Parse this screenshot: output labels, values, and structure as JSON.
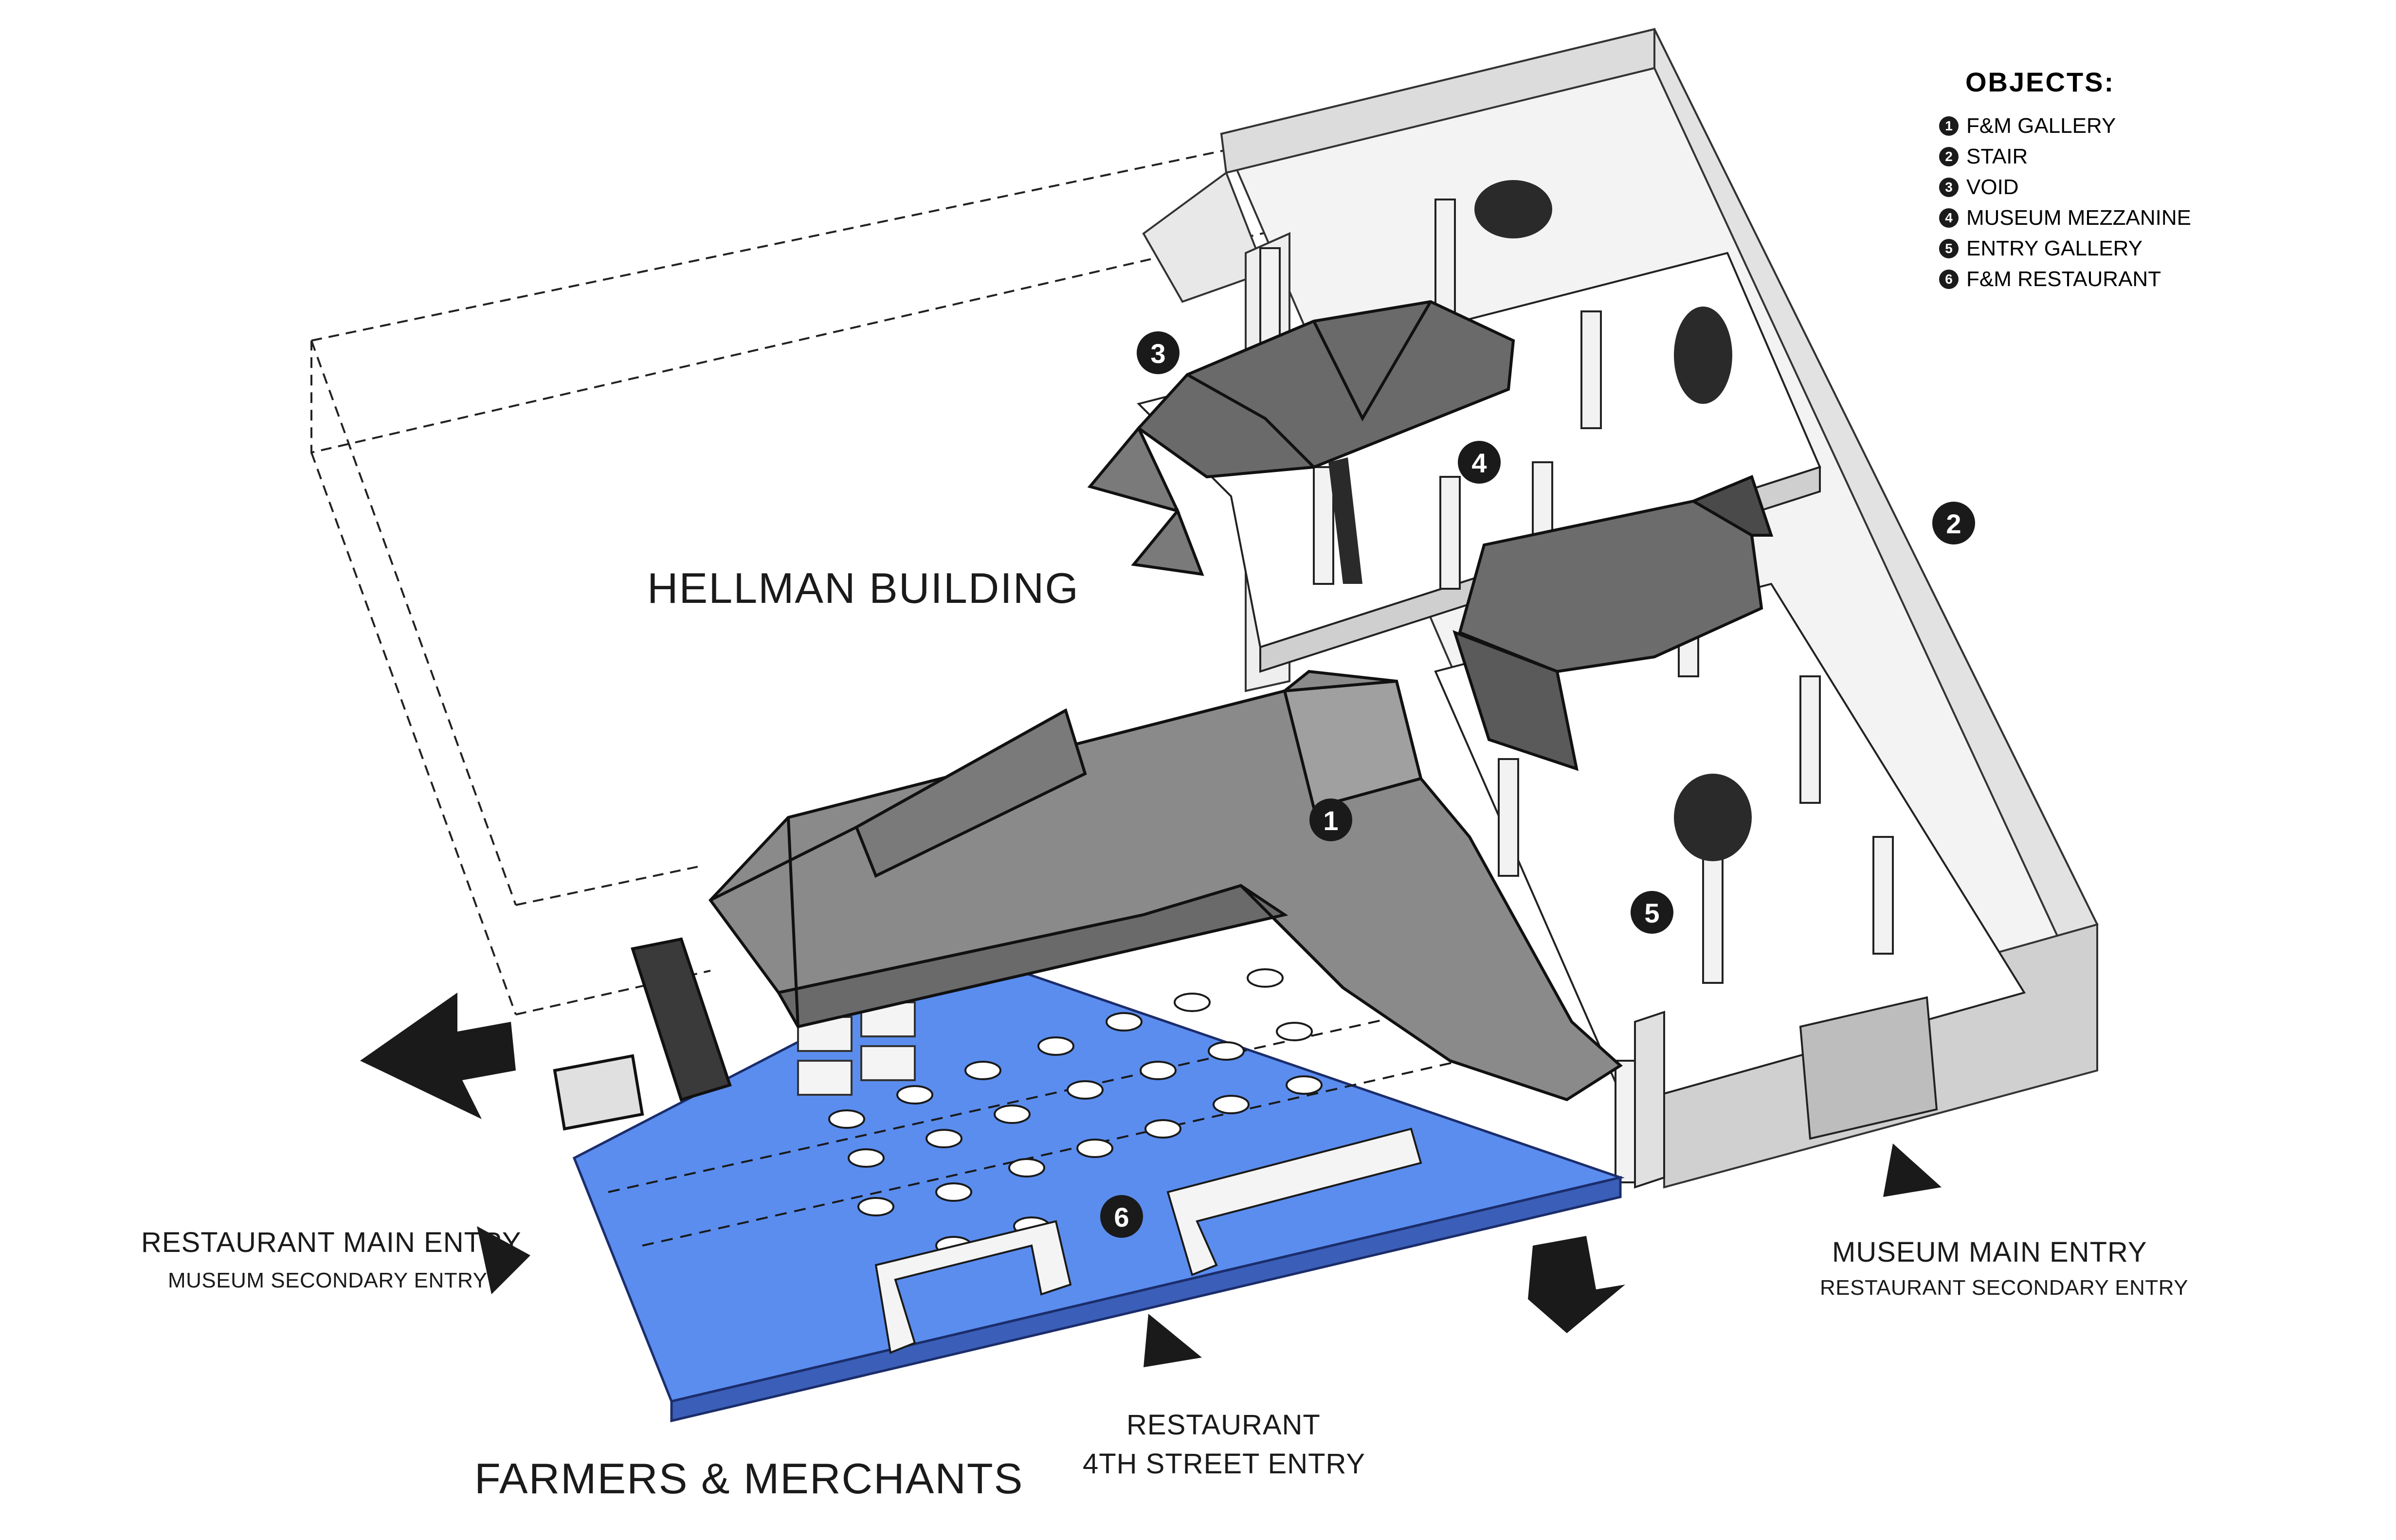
{
  "labels": {
    "hellman": "HELLMAN BUILDING",
    "farmers": "FARMERS & MERCHANTS",
    "restaurant_main_line1": "RESTAURANT MAIN ENTRY",
    "restaurant_main_line2": "MUSEUM SECONDARY ENTRY",
    "restaurant_4th_line1": "RESTAURANT",
    "restaurant_4th_line2": "4TH STREET ENTRY",
    "museum_main_line1": "MUSEUM MAIN ENTRY",
    "museum_main_line2": "RESTAURANT SECONDARY ENTRY"
  },
  "legend": {
    "title": "OBJECTS:",
    "items": [
      {
        "num": "1",
        "label": "F&M GALLERY"
      },
      {
        "num": "2",
        "label": "STAIR"
      },
      {
        "num": "3",
        "label": "VOID"
      },
      {
        "num": "4",
        "label": "MUSEUM MEZZANINE"
      },
      {
        "num": "5",
        "label": "ENTRY GALLERY"
      },
      {
        "num": "6",
        "label": "F&M RESTAURANT"
      }
    ]
  },
  "markers": [
    "1",
    "2",
    "3",
    "4",
    "5",
    "6"
  ],
  "colors": {
    "restaurant_floor": "#5b8def",
    "gallery_object": "#7a7a7a",
    "dark_object": "#505050",
    "ink": "#1a1a1a"
  }
}
